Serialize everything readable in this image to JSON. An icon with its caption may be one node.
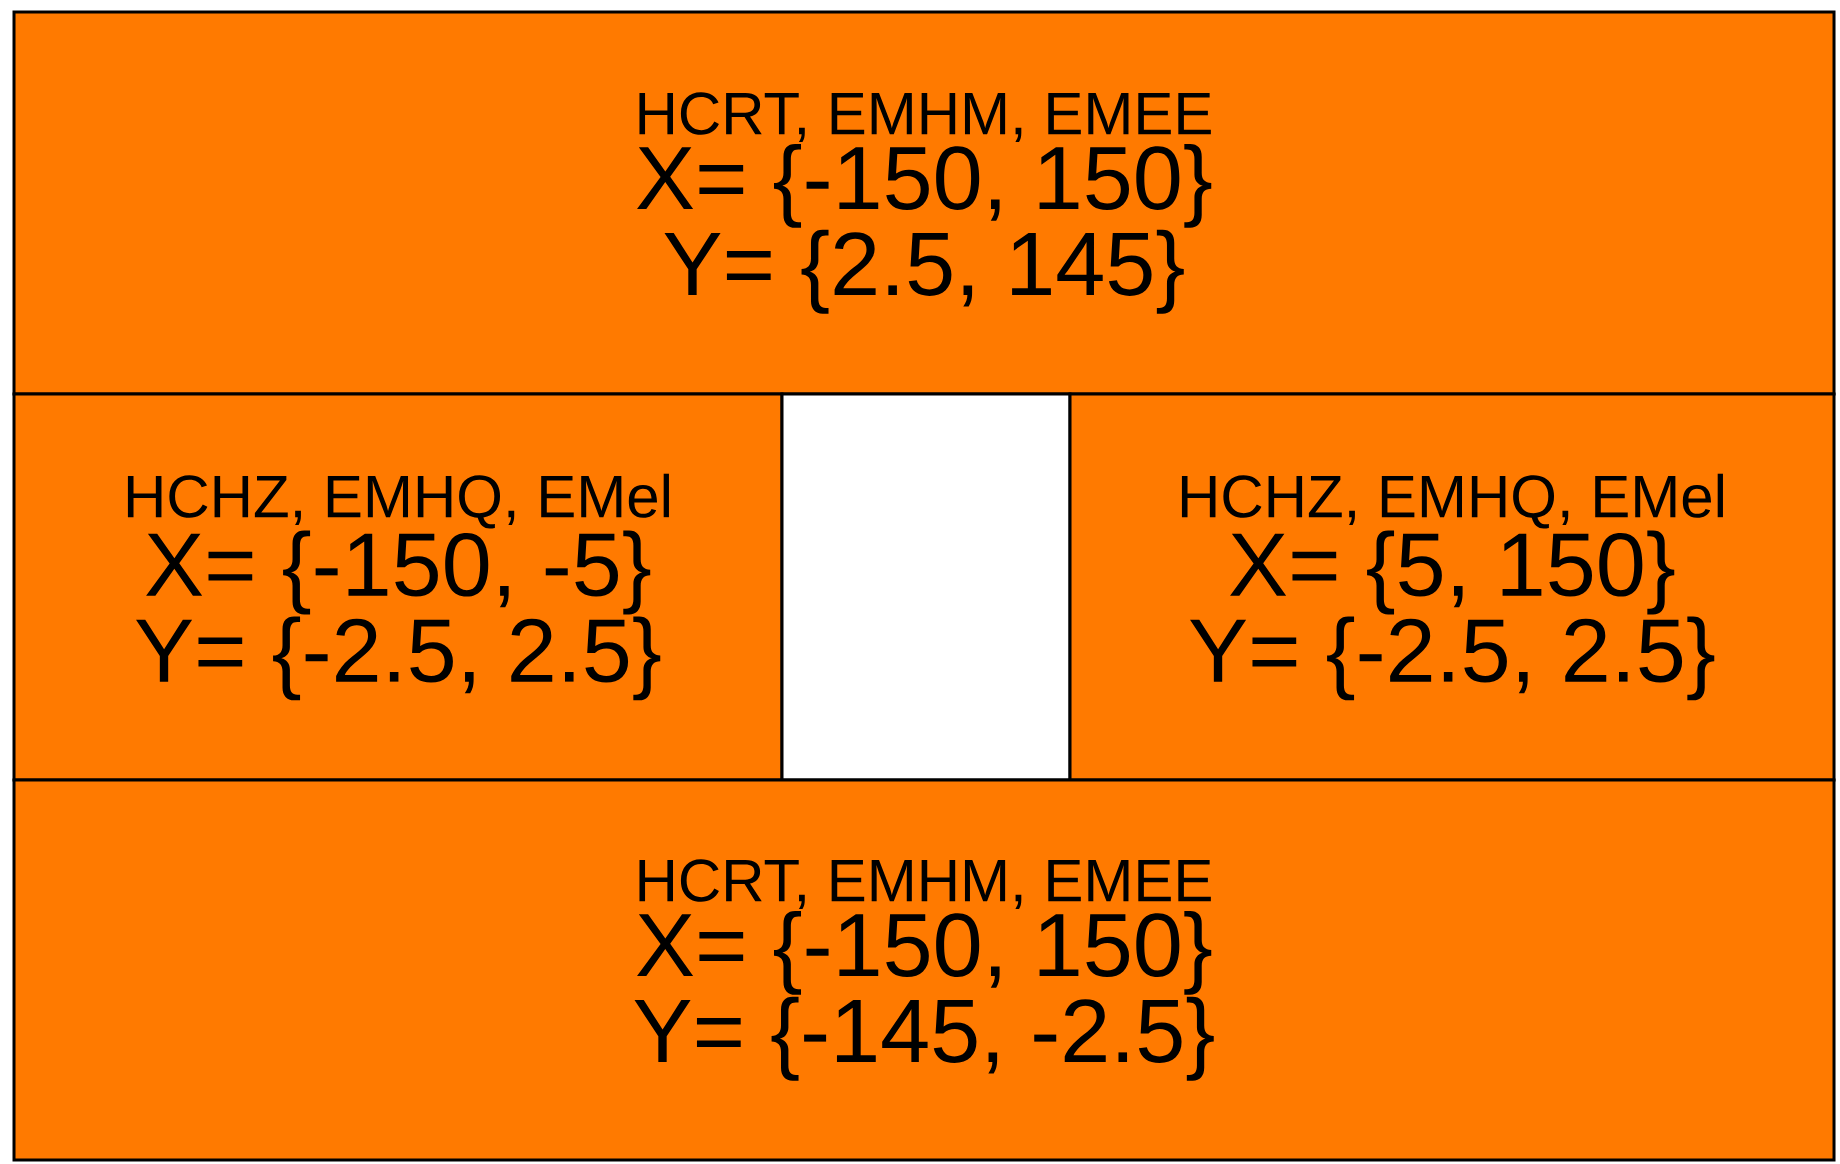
{
  "diagram": {
    "nodes": [
      {
        "text": [
          "HCRT, EMHM, EMEE",
          "X= {-150, 150}",
          "Y= {2.5, 145}"
        ]
      },
      {
        "text": [
          "HCHZ, EMHQ, EMel",
          "X= {-150, -5}",
          "Y= {-2.5, 2.5}"
        ]
      },
      {
        "text": [],
        "shape": "box"
      },
      {
        "text": [
          "HCHZ, EMHQ, EMel",
          "X= {5, 150}",
          "Y= {-2.5, 2.5}"
        ]
      },
      {
        "text": [
          "HCRT, EMHM, EMEE",
          "X= {-150, 150}",
          "Y= {-145, -2.5}"
        ]
      }
    ]
  }
}
